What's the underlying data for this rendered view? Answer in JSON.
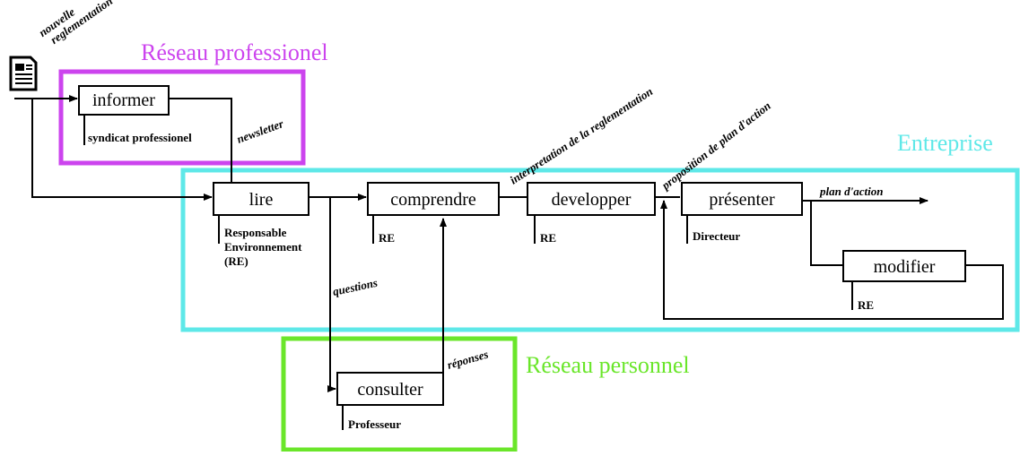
{
  "zones": {
    "professional": {
      "label": "Réseau professionel",
      "color": "#cc44ee"
    },
    "company": {
      "label": "Entreprise",
      "color": "#5ee8e8"
    },
    "personal": {
      "label": "Réseau personnel",
      "color": "#6ae62a"
    }
  },
  "input": {
    "label_line1": "nouvelle",
    "label_line2": "reglementation",
    "icon": "document-icon"
  },
  "activities": {
    "informer": {
      "label": "informer",
      "actor": "syndicat professionel"
    },
    "lire": {
      "label": "lire",
      "actor_line1": "Responsable",
      "actor_line2": "Environnement",
      "actor_line3": "(RE)"
    },
    "comprendre": {
      "label": "comprendre",
      "actor": "RE"
    },
    "developper": {
      "label": "developper",
      "actor": "RE"
    },
    "presenter": {
      "label": "présenter",
      "actor": "Directeur"
    },
    "modifier": {
      "label": "modifier",
      "actor": "RE"
    },
    "consulter": {
      "label": "consulter",
      "actor": "Professeur"
    }
  },
  "flows": {
    "newsletter": "newsletter",
    "interpretation": "interpretation de la reglementation",
    "proposition": "proposition de plan d'action",
    "plan": "plan d'action",
    "questions": "questions",
    "reponses": "réponses"
  }
}
